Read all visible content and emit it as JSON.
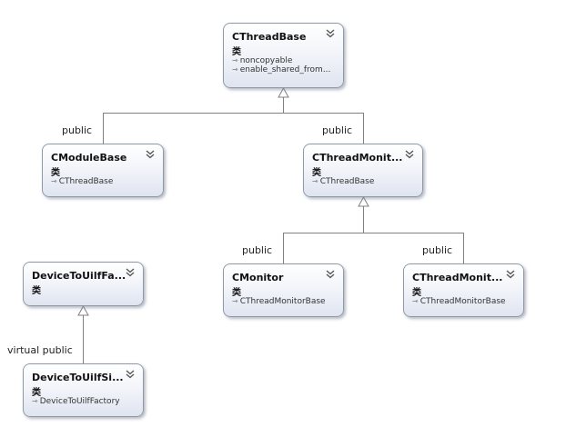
{
  "classes": {
    "cthreadbase": {
      "name": "CThreadBase",
      "kind": "类",
      "bases": [
        "noncopyable",
        "enable_shared_from..."
      ]
    },
    "cmodulebase": {
      "name": "CModuleBase",
      "kind": "类",
      "bases": [
        "CThreadBase"
      ]
    },
    "cthreadmonitorbase": {
      "name": "CThreadMonit...",
      "kind": "类",
      "bases": [
        "CThreadBase"
      ]
    },
    "cmonitor": {
      "name": "CMonitor",
      "kind": "类",
      "bases": [
        "CThreadMonitorBase"
      ]
    },
    "cthreadmonitor2": {
      "name": "CThreadMonit...",
      "kind": "类",
      "bases": [
        "CThreadMonitorBase"
      ]
    },
    "devicefactory": {
      "name": "DeviceToUilfFa...",
      "kind": "类",
      "bases": []
    },
    "devicesimple": {
      "name": "DeviceToUilfSi...",
      "kind": "类",
      "bases": [
        "DeviceToUilfFactory"
      ]
    }
  },
  "edges": {
    "cmodulebase": "public",
    "cthreadmonitorbase": "public",
    "cmonitor": "public",
    "cthreadmonitor2": "public",
    "devicesimple": "virtual public"
  },
  "icons": {
    "collapse": "double-chevron-down-icon",
    "inherit": "inheritance-arrow-icon"
  },
  "colors": {
    "line": "#808080",
    "border": "#8f9aa8",
    "fill_bottom": "#dfe4f0"
  }
}
